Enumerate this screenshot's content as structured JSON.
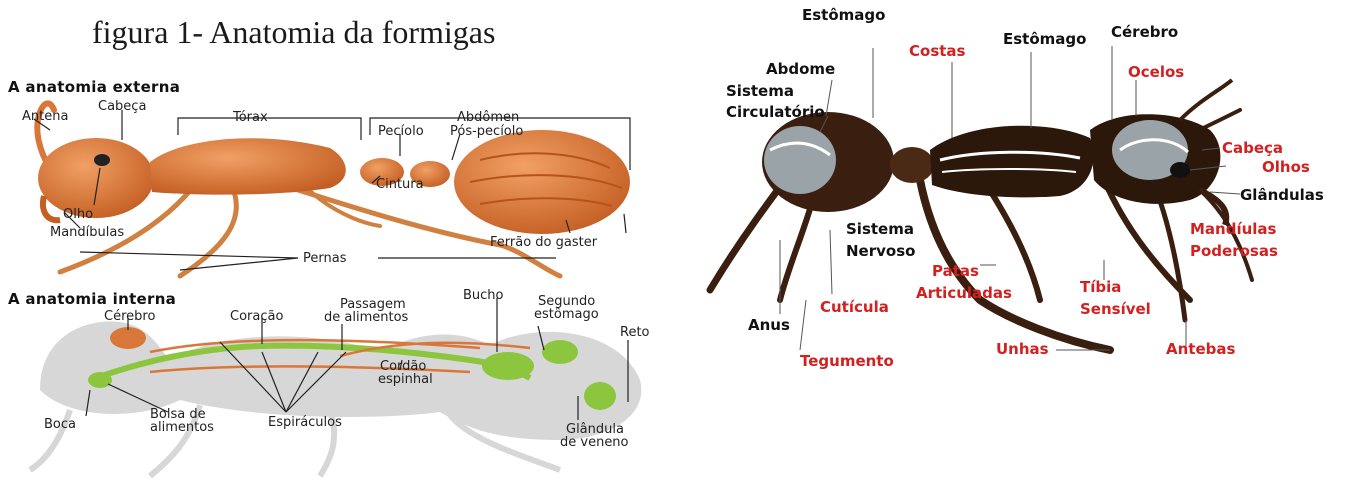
{
  "title": "figura 1- Anatomia da formigas",
  "left_figure": {
    "external": {
      "heading": "A anatomia externa",
      "labels": {
        "antena": "Antena",
        "cabeca": "Cabeça",
        "torax": "Tórax",
        "abdomen": "Abdômen",
        "peciolo": "Pecíolo",
        "pos_peciolo": "Pós-pecíolo",
        "cintura": "Cintura",
        "olho": "Olho",
        "mandibulas": "Mandíbulas",
        "ferrao": "Ferrão do gaster",
        "pernas": "Pernas"
      }
    },
    "internal": {
      "heading": "A anatomia interna",
      "labels": {
        "cerebro": "Cérebro",
        "coracao": "Coração",
        "passagem_1": "Passagem",
        "passagem_2": "de alimentos",
        "bucho": "Bucho",
        "segundo_1": "Segundo",
        "segundo_2": "estômago",
        "reto": "Reto",
        "cordao_1": "Cordão",
        "cordao_2": "espinhal",
        "boca": "Boca",
        "bolsa_1": "Bolsa de",
        "bolsa_2": "alimentos",
        "espiraculos": "Espiráculos",
        "glandula_1": "Glândula",
        "glandula_2": "de veneno"
      }
    }
  },
  "right_figure": {
    "labels_black": {
      "estomago_top": "Estômago",
      "abdome": "Abdome",
      "sistema_circ_1": "Sistema",
      "sistema_circ_2": "Circulatório",
      "estomago_2": "Estômago",
      "cerebro": "Cérebro",
      "glandulas": "Glândulas",
      "sistema_nerv_1": "Sistema",
      "sistema_nerv_2": "Nervoso",
      "anus": "Anus"
    },
    "labels_red": {
      "costas": "Costas",
      "ocelos": "Ocelos",
      "cabeca": "Cabeça",
      "olhos": "Olhos",
      "mandiulas_1": "Mandíulas",
      "mandiulas_2": "Poderosas",
      "patas_1": "Patas",
      "patas_2": "Articuladas",
      "tibia_1": "Tíbia",
      "tibia_2": "Sensível",
      "cuticula": "Cutícula",
      "tegumento": "Tegumento",
      "unhas": "Unhas",
      "antebas": "Antebas"
    }
  },
  "colors": {
    "ant_orange": "#d9773a",
    "internal_green": "#8cc63f",
    "internal_gray": "#d7d7d7",
    "label_red": "#d32020",
    "ant_dark": "#3a1f10"
  }
}
